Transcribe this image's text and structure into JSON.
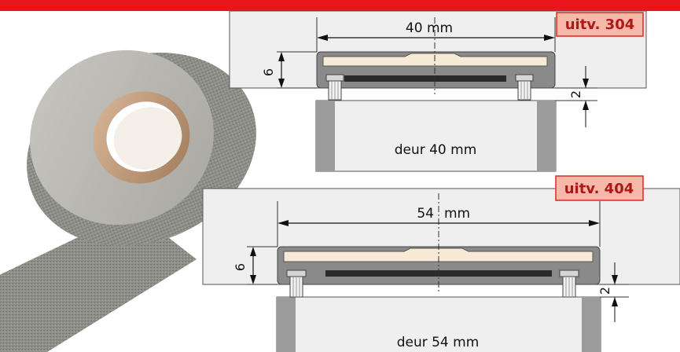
{
  "header": {
    "text": "",
    "color": "#e8151b"
  },
  "diagram_304": {
    "badge": "uitv. 304",
    "width_label": "40 mm",
    "height_label": "6",
    "gap_label": "2",
    "door_label": "deur 40 mm"
  },
  "diagram_404": {
    "badge": "uitv. 404",
    "width_label_num": "54",
    "width_label_unit": "mm",
    "height_label": "6",
    "gap_label": "2",
    "door_label": "deur 54 mm"
  },
  "colors": {
    "frame": "#efefef",
    "outline": "#555555",
    "badge_bg": "#f6b8a8",
    "badge_border": "#d92c1e",
    "badge_text": "#b01818",
    "insert": "#f7ead6",
    "seal": "#2a2a2a",
    "profile": "#8a8a8a",
    "door_edge": "#9c9c9c"
  }
}
